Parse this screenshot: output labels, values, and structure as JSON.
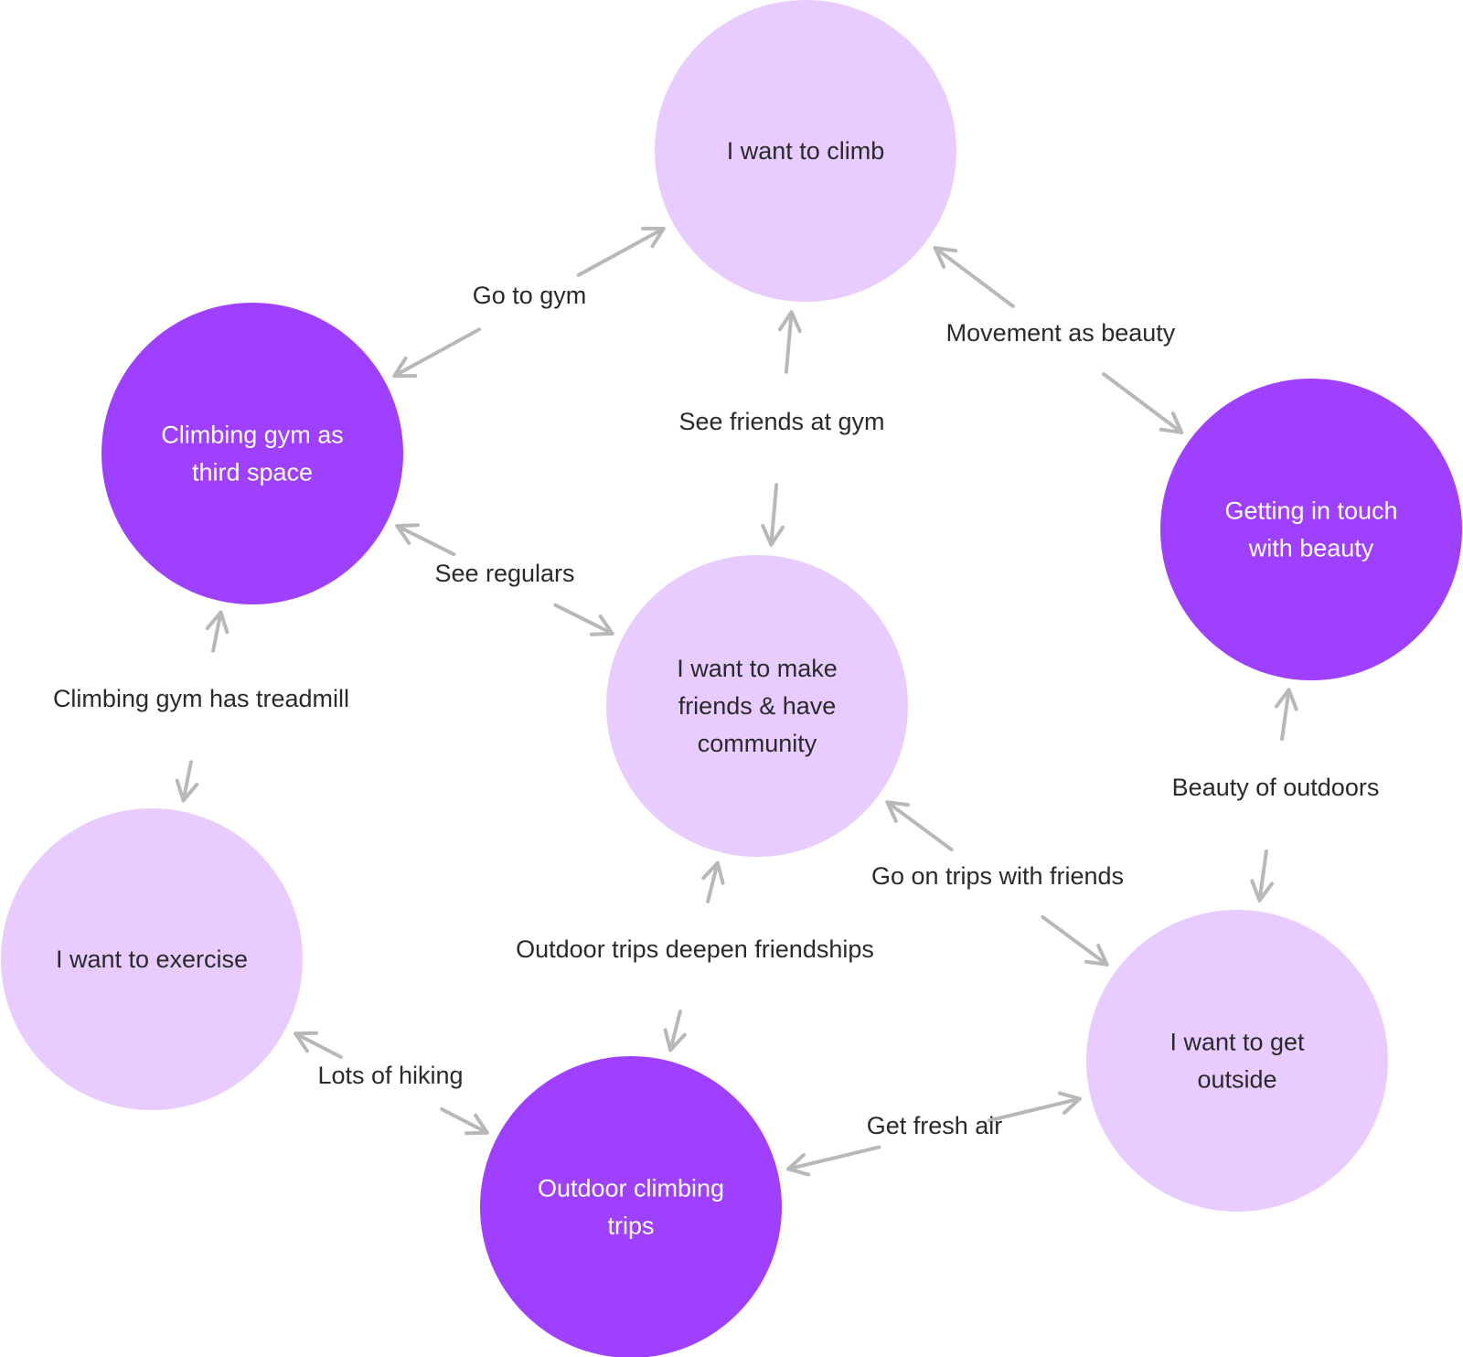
{
  "colors": {
    "background": "#ffffff",
    "light_node": "#e8ccff",
    "dark_node": "#a040ff",
    "light_text": "#2a2a2a",
    "dark_text": "#ffffff",
    "arrow": "#b8b8b8"
  },
  "nodes": [
    {
      "id": "climb",
      "lines": [
        "I want to climb"
      ],
      "style": "light"
    },
    {
      "id": "gym",
      "lines": [
        "Climbing gym as",
        "third space"
      ],
      "style": "dark"
    },
    {
      "id": "beauty",
      "lines": [
        "Getting in touch",
        "with beauty"
      ],
      "style": "dark"
    },
    {
      "id": "friends",
      "lines": [
        "I want to make",
        "friends & have",
        "community"
      ],
      "style": "light"
    },
    {
      "id": "exercise",
      "lines": [
        "I want to exercise"
      ],
      "style": "light"
    },
    {
      "id": "outside",
      "lines": [
        "I want to get",
        "outside"
      ],
      "style": "light"
    },
    {
      "id": "trips",
      "lines": [
        "Outdoor climbing",
        "trips"
      ],
      "style": "dark"
    }
  ],
  "edges": [
    {
      "from": "gym",
      "to": "climb",
      "label": "Go to gym"
    },
    {
      "from": "beauty",
      "to": "climb",
      "label": "Movement as beauty"
    },
    {
      "from": "friends",
      "to": "climb",
      "label": "See friends at gym"
    },
    {
      "from": "friends",
      "to": "gym",
      "label": "See regulars"
    },
    {
      "from": "exercise",
      "to": "gym",
      "label": "Climbing gym has treadmill"
    },
    {
      "from": "outside",
      "to": "beauty",
      "label": "Beauty of outdoors"
    },
    {
      "from": "outside",
      "to": "friends",
      "label": "Go on trips with friends"
    },
    {
      "from": "trips",
      "to": "friends",
      "label": "Outdoor trips deepen friendships"
    },
    {
      "from": "trips",
      "to": "exercise",
      "label": "Lots of hiking"
    },
    {
      "from": "trips",
      "to": "outside",
      "label": "Get fresh air"
    }
  ]
}
